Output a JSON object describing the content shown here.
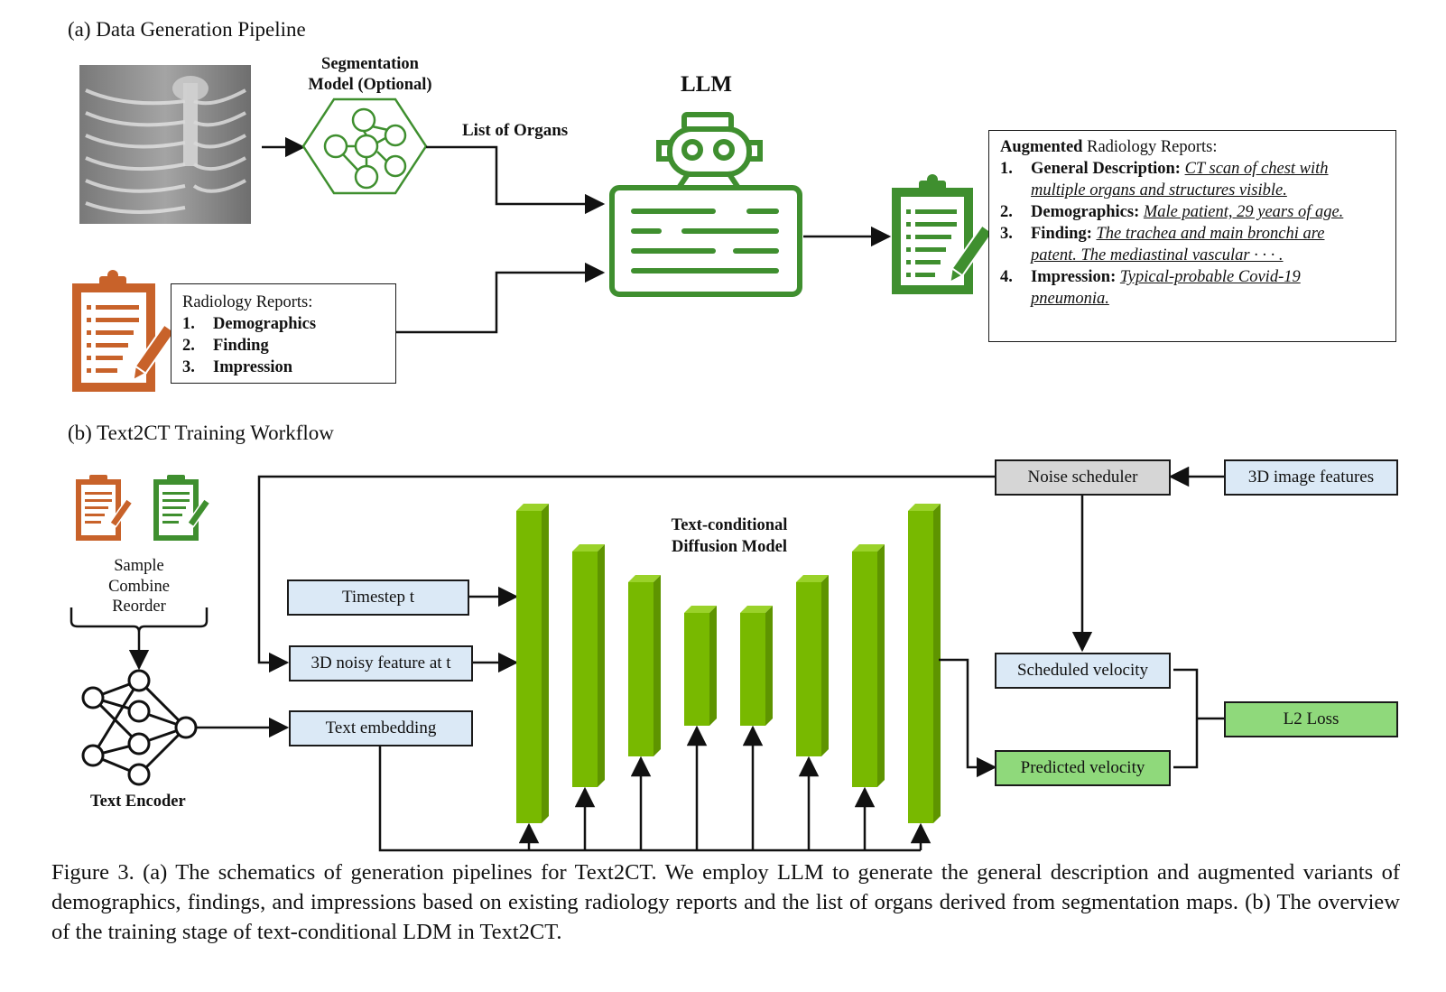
{
  "section_a": {
    "title": "(a) Data Generation Pipeline",
    "segmentation_label_1": "Segmentation",
    "segmentation_label_2": "Model (Optional)",
    "list_of_organs": "List of Organs",
    "llm": "LLM",
    "input_reports": {
      "heading": "Radiology Reports:",
      "items": [
        {
          "num": "1.",
          "text": "Demographics"
        },
        {
          "num": "2.",
          "text": "Finding"
        },
        {
          "num": "3.",
          "text": "Impression"
        }
      ]
    },
    "augmented_reports": {
      "heading_bold": "Augmented",
      "heading_rest": " Radiology Reports:",
      "items": [
        {
          "num": "1.",
          "label": "General Description:",
          "text_1": "CT scan of chest with",
          "text_2": "multiple organs and structures visible."
        },
        {
          "num": "2.",
          "label": "Demographics:",
          "text_1": "Male patient, 29 years of age.",
          "text_2": ""
        },
        {
          "num": "3.",
          "label": "Finding:",
          "text_1": "The trachea and main bronchi are",
          "text_2": "patent. The mediastinal vascular · · · ."
        },
        {
          "num": "4.",
          "label": "Impression:",
          "text_1": "Typical-probable Covid-19",
          "text_2": "pneumonia."
        }
      ]
    }
  },
  "section_b": {
    "title": "(b) Text2CT Training Workflow",
    "sample_label_1": "Sample",
    "sample_label_2": "Combine",
    "sample_label_3": "Reorder",
    "text_encoder": "Text Encoder",
    "model_label_1": "Text-conditional",
    "model_label_2": "Diffusion Model",
    "boxes": {
      "noise_scheduler": "Noise scheduler",
      "image_features": "3D image features",
      "timestep": "Timestep t",
      "noisy_feature": "3D noisy feature at t",
      "text_embedding": "Text embedding",
      "scheduled_velocity": "Scheduled velocity",
      "predicted_velocity": "Predicted velocity",
      "l2_loss": "L2 Loss"
    }
  },
  "caption": "Figure 3. (a) The schematics of generation pipelines for Text2CT. We employ LLM to generate the general description and augmented variants of demographics, findings, and impressions based on existing radiology reports and the list of organs derived from segmentation maps. (b) The overview of the training stage of text-conditional LDM in Text2CT.",
  "colors": {
    "green_icon": "#3f8f2f",
    "orange_icon": "#c8622a",
    "unet_green": "#78b900",
    "box_blue": "#dbe9f6",
    "box_green": "#8fd97b",
    "box_gray": "#d6d6d6"
  },
  "icons": [
    "ct-scan-image",
    "network-hexagon-icon",
    "robot-icon",
    "clipboard-report-icon",
    "neural-network-icon"
  ]
}
